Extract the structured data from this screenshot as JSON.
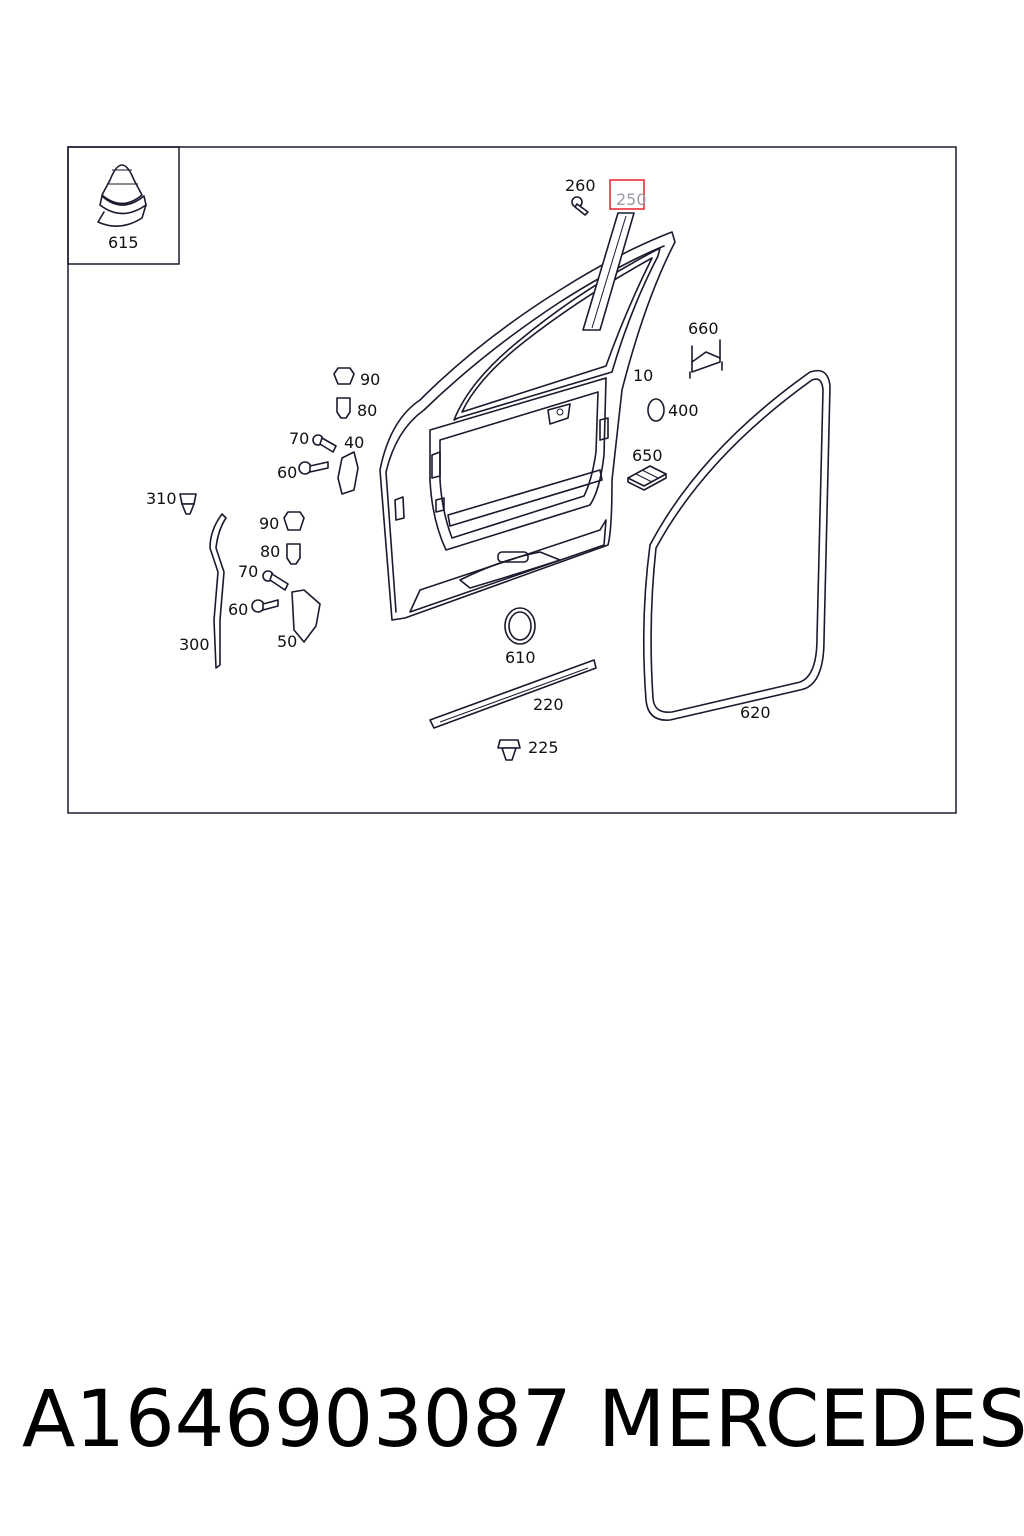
{
  "callouts": {
    "c615": "615",
    "c260": "260",
    "c250": "250",
    "c660": "660",
    "c10": "10",
    "c400": "400",
    "c90a": "90",
    "c80a": "80",
    "c70a": "70",
    "c40": "40",
    "c60a": "60",
    "c650": "650",
    "c310": "310",
    "c90b": "90",
    "c80b": "80",
    "c70b": "70",
    "c60b": "60",
    "c300": "300",
    "c50": "50",
    "c610": "610",
    "c220": "220",
    "c620": "620",
    "c225": "225"
  },
  "highlight": {
    "callout": "250",
    "color": "#e8202a"
  },
  "footer": {
    "part_number": "A1646903087",
    "brand": "MERCEDES"
  }
}
